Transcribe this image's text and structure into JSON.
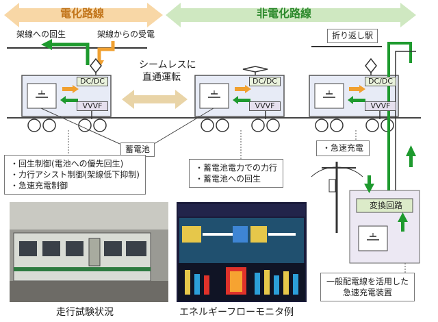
{
  "section_headers": {
    "electrified": "電化路線",
    "non_electrified": "非電化路線"
  },
  "top_labels": {
    "regen_to_catenary": "架線への回生",
    "power_from_catenary": "架線からの受電",
    "turnback_station": "折り返し駅"
  },
  "seamless_text": {
    "line1": "シームレスに",
    "line2": "直通運転"
  },
  "unit_labels": {
    "dcdc": "DC/DC",
    "vvvf": "VVVF",
    "converter": "変換回路"
  },
  "battery_label": "蓄電池",
  "callouts": {
    "left": [
      "・回生制御(電池への優先回生)",
      "・力行アシスト制御(架線低下抑制)",
      "・急速充電制御"
    ],
    "middle": [
      "・蓄電池電力での力行",
      "・蓄電池への回生"
    ],
    "quick_charge": "・急速充電",
    "device": [
      "一般配電線を活用した",
      "急速充電装置"
    ]
  },
  "photo_captions": {
    "train": "走行試験状況",
    "monitor": "エネルギーフローモニタ例"
  },
  "colors": {
    "orange": "#f0a030",
    "green": "#1e9a2e",
    "green_light": "#b6dca0",
    "orange_light": "#f7cf91",
    "unit_green": "#dcebc9",
    "unit_violet": "#ded6ea",
    "vehicle_fill": "#e7ebf6"
  }
}
